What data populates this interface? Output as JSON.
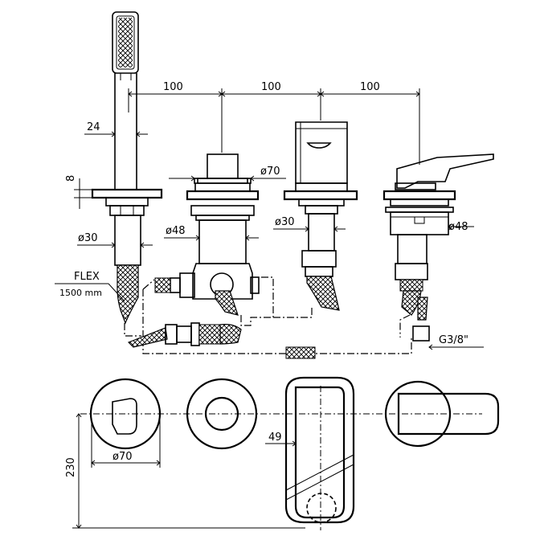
{
  "dimensions": {
    "spacing_1": "100",
    "spacing_2": "100",
    "spacing_3": "100",
    "handle_width": "24",
    "flange_thickness": "8",
    "diverter_diameter": "ø70",
    "shower_body_diameter": "ø30",
    "diverter_body_diameter": "ø48",
    "spout_body_diameter": "ø30",
    "mixer_body_diameter": "ø48",
    "flex_label": "FLEX",
    "flex_length": "1500 mm",
    "connection_thread": "G3/8\"",
    "plan_diameter": "ø70",
    "plan_offset": "49",
    "plan_depth": "230"
  }
}
